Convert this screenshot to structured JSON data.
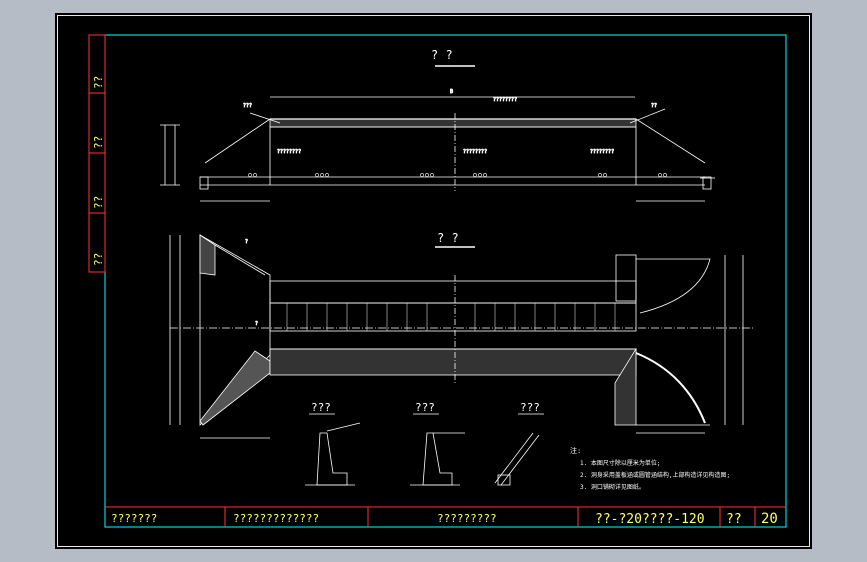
{
  "drawing": {
    "elevation_title": "? ?",
    "plan_title": "? ?",
    "left_margin_labels": [
      "??",
      "??",
      "??",
      "??"
    ],
    "section_titles": [
      "???",
      "???",
      "???"
    ],
    "notes_heading": "注:",
    "notes": [
      "1. 本图尺寸除以厘米为单位;",
      "2. 洞身采用盖板涵或圆管涵结构,上部构造详见构造图;",
      "3. 洞口铺砌详见图纸。"
    ],
    "callouts": {
      "elev_left_top": "???",
      "elev_right_top": "??",
      "plan_left_question": "?",
      "plan_mid_question": "?",
      "span_top": "B",
      "road_note_1": "????????",
      "road_note_2": "????????",
      "road_note_3": "????????",
      "top_note": "????????"
    },
    "title_block": {
      "company": "???????",
      "project": "?????????????",
      "drawing_name": "?????????",
      "drawing_no": "??-?20????-120",
      "sheet_label": "??",
      "sheet_no": "20"
    },
    "colors": {
      "frame": "#ffffff",
      "inner_frame": "#00ffff",
      "margin_band": "#ff0000",
      "title_text": "#ffff66",
      "lines": "#ffffff"
    }
  }
}
